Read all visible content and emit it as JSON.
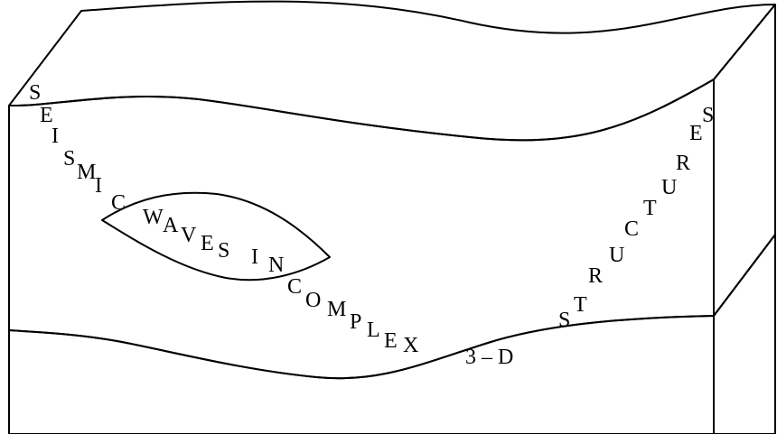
{
  "colors": {
    "top_surface": "#cccc00",
    "front_layer": "#ffff00",
    "right_layer": "#cccc00",
    "bottom_layer": "#ffb700",
    "bottom_right": "#cc9200",
    "lens": "#ffb700",
    "outline": "#000000"
  },
  "words": {
    "w1": [
      "S",
      "E",
      "I",
      "S",
      "M",
      "I",
      "C"
    ],
    "w2": [
      "W",
      "A",
      "V",
      "E",
      "S"
    ],
    "w3": [
      "I",
      "N"
    ],
    "w4": [
      "C",
      "O",
      "M",
      "P",
      "L",
      "E",
      "X"
    ],
    "w5": "3 – D",
    "w6": [
      "S",
      "T",
      "R",
      "U",
      "C",
      "T",
      "U",
      "R",
      "E",
      "S"
    ]
  }
}
